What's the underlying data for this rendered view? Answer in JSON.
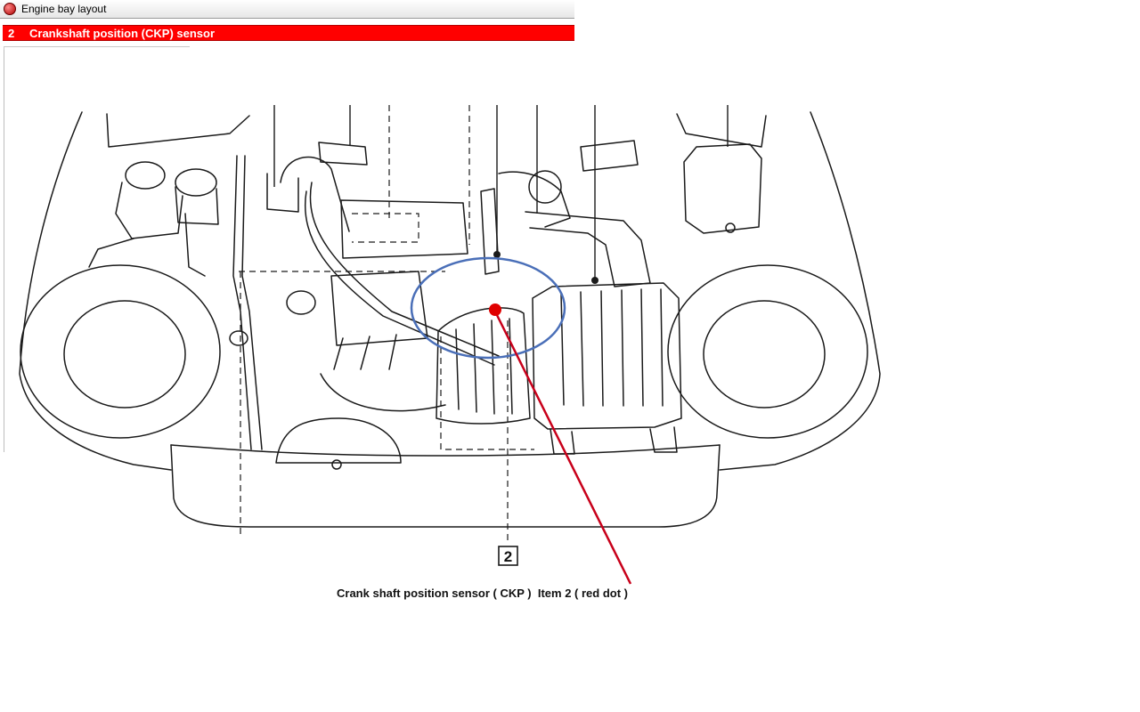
{
  "window": {
    "title": "Engine bay layout"
  },
  "selected_item": {
    "number": "2",
    "name": "Crankshaft position (CKP) sensor"
  },
  "diagram": {
    "callout_label": "2",
    "annotation_caption": "Crank shaft position sensor ( CKP )  Item 2 ( red dot )",
    "colors": {
      "highlight_circle": "#4a6fb8",
      "pointer_line": "#c8001a",
      "sensor_dot": "#e00000",
      "line_art": "#1a1a1a"
    }
  }
}
